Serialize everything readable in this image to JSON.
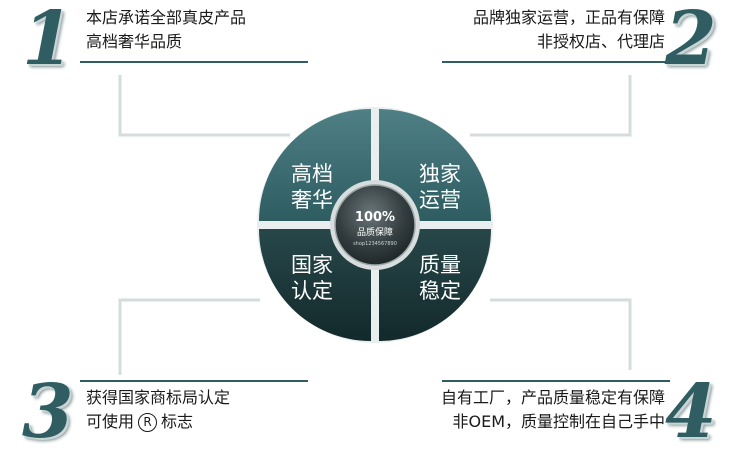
{
  "colors": {
    "accent": "#2f5d62",
    "accent_dark": "#1d3a3d",
    "center": "#333d3f",
    "line": "#d4dcdc"
  },
  "blocks": [
    {
      "number": "1",
      "lines": [
        "本店承诺全部真皮产品",
        "高档奢华品质"
      ]
    },
    {
      "number": "2",
      "lines": [
        "品牌独家运营，正品有保障",
        "非授权店、代理店"
      ]
    },
    {
      "number": "3",
      "lines": [
        "获得国家商标局认定",
        "可使用",
        "标志"
      ],
      "registered_mark": "R"
    },
    {
      "number": "4",
      "lines": [
        "自有工厂，产品质量稳定有保障",
        "非OEM，质量控制在自己手中"
      ]
    }
  ],
  "quadrants": [
    {
      "lines": [
        "高档",
        "奢华"
      ]
    },
    {
      "lines": [
        "独家",
        "运营"
      ]
    },
    {
      "lines": [
        "国家",
        "认定"
      ]
    },
    {
      "lines": [
        "质量",
        "稳定"
      ]
    }
  ],
  "center": {
    "percent": "100%",
    "label": "品质保障",
    "small": "shop1234567890"
  }
}
